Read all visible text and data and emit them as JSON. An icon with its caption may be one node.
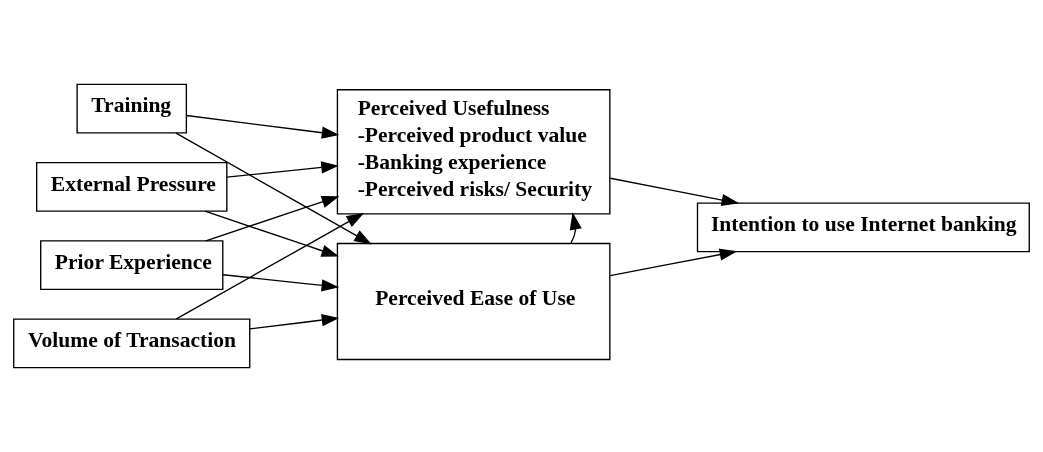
{
  "diagram": {
    "nodes": [
      {
        "text": [
          "Prior Experience"
        ]
      },
      {
        "text": [
          "Volume of Transaction"
        ]
      },
      {
        "text": [
          "Training"
        ]
      },
      {
        "text": [
          "External Pressure"
        ]
      },
      {
        "text": [
          "Perceived Usefulness",
          "-Perceived product value",
          "-Banking experience",
          "-Perceived risks/ Security"
        ]
      },
      {
        "text": [
          "Perceived Ease of Use"
        ]
      },
      {
        "text": [
          "Intention to use Internet banking"
        ]
      }
    ],
    "edges": [
      {
        "from": 0,
        "to": 4,
        "arrow": "to"
      },
      {
        "from": 1,
        "to": 4,
        "arrow": "to"
      },
      {
        "from": 2,
        "to": 4,
        "arrow": "to"
      },
      {
        "from": 3,
        "to": 4,
        "arrow": "to"
      },
      {
        "from": 0,
        "to": 5,
        "arrow": "to"
      },
      {
        "from": 1,
        "to": 5,
        "arrow": "to"
      },
      {
        "from": 2,
        "to": 5,
        "arrow": "to"
      },
      {
        "from": 3,
        "to": 5,
        "arrow": "to"
      },
      {
        "from": 5,
        "to": 4,
        "arrow": "to"
      },
      {
        "from": 4,
        "to": 6,
        "arrow": "to"
      },
      {
        "from": 5,
        "to": 6,
        "arrow": "to"
      }
    ]
  }
}
